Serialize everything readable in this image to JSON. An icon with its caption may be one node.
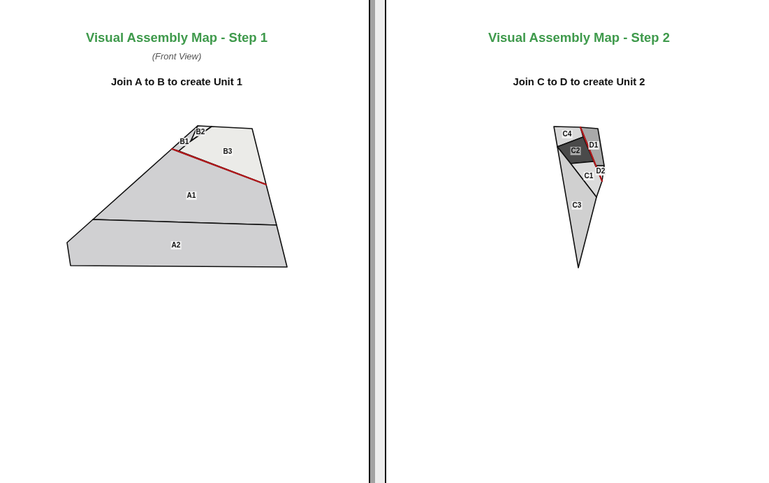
{
  "diagram": {
    "nodes": [
      {
        "text": [
          "Visual Assembly Map - Step 1",
          "(Front View)",
          "Join A to B to create Unit 1"
        ]
      },
      {
        "text": [
          "B2"
        ],
        "in": 0
      },
      {
        "text": [
          "B1"
        ],
        "in": 0
      },
      {
        "text": [
          "B3"
        ],
        "in": 0
      },
      {
        "text": [
          "A1"
        ],
        "in": 0
      },
      {
        "text": [
          "A2"
        ],
        "in": 0
      },
      {
        "text": [
          "Visual Assembly Map - Step 2",
          "Join C to D to create Unit 2"
        ]
      },
      {
        "text": [
          "C4"
        ],
        "in": 6
      },
      {
        "text": [
          "D1"
        ],
        "in": 6
      },
      {
        "text": [
          "C2"
        ],
        "in": 6
      },
      {
        "text": [
          "D2"
        ],
        "in": 6
      },
      {
        "text": [
          "C1"
        ],
        "in": 6
      },
      {
        "text": [
          "C3"
        ],
        "in": 6
      }
    ]
  }
}
